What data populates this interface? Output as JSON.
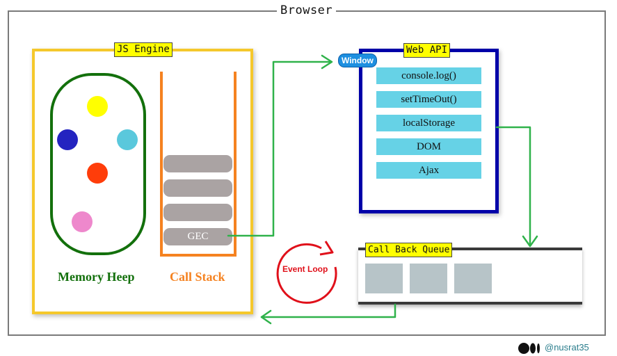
{
  "browser": {
    "title": "Browser"
  },
  "js_engine": {
    "title": "JS Engine",
    "memory_heap_label": "Memory Heep",
    "call_stack_label": "Call Stack",
    "call_stack_frames": [
      "",
      "",
      "",
      "GEC"
    ],
    "heap_object_colors": [
      "#ffff00",
      "#2424c0",
      "#5ac8dc",
      "#ff3d0a",
      "#ee88cc"
    ]
  },
  "web_api": {
    "title": "Web API",
    "window_badge": "Window",
    "items": [
      "console.log()",
      "setTimeOut()",
      "localStorage",
      "DOM",
      "Ajax"
    ]
  },
  "event_loop": {
    "label": "Event Loop"
  },
  "callback_queue": {
    "title": "Call Back Queue",
    "slots": [
      "",
      "",
      ""
    ]
  },
  "footer": {
    "handle": "@nusrat35",
    "logo_icon": "medium-logo-icon"
  }
}
